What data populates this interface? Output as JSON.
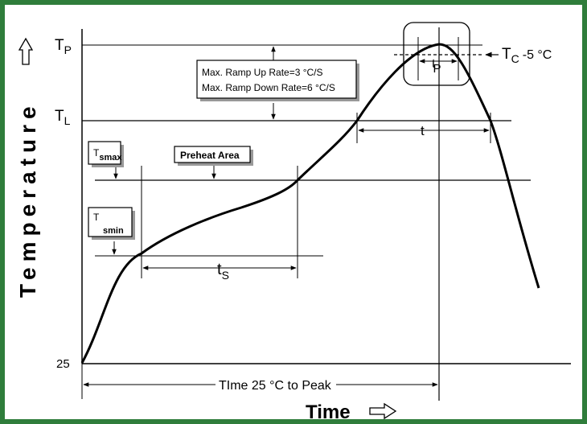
{
  "axes": {
    "ylabel": "Temperature",
    "xlabel": "Time",
    "y_origin_label": "25"
  },
  "y_levels": {
    "tp_main": "T",
    "tp_sub": "P",
    "tl_main": "T",
    "tl_sub": "L",
    "tc_main": "T",
    "tc_sub": "C",
    "tc_suffix": "-5 °C"
  },
  "annotations": {
    "ramp_up": "Max. Ramp Up Rate=3 °C/S",
    "ramp_down": "Max. Ramp Down Rate=6 °C/S",
    "tsmax_main": "T",
    "tsmax_sub": "smax",
    "tsmin_main": "T",
    "tsmin_sub": "smin",
    "preheat": "Preheat Area",
    "ts_main": "t",
    "ts_sub": "S",
    "tp_time_main": "t",
    "tp_time_sub": "P",
    "t_above_liquidus": "t",
    "time_to_peak": "TIme 25 °C to Peak"
  },
  "colors": {
    "frame": "#2f7d3b",
    "line": "#000000"
  },
  "icons": [
    "arrow-up-outline-icon",
    "arrow-right-outline-icon"
  ]
}
